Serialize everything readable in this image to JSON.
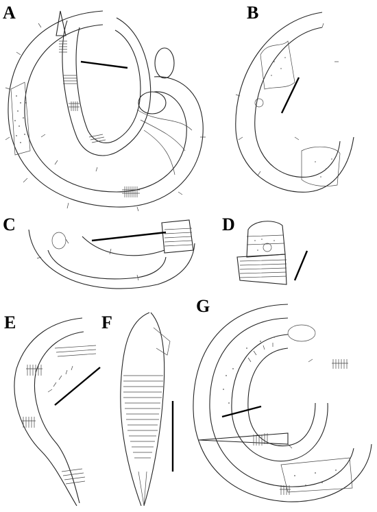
{
  "figure": {
    "panels": [
      {
        "id": "A",
        "label": "A"
      },
      {
        "id": "B",
        "label": "B"
      },
      {
        "id": "C",
        "label": "C"
      },
      {
        "id": "D",
        "label": "D"
      },
      {
        "id": "E",
        "label": "E"
      },
      {
        "id": "F",
        "label": "F"
      },
      {
        "id": "G",
        "label": "G"
      }
    ]
  },
  "style": {
    "ink": "#222222",
    "background": "#ffffff",
    "stipple": "#555555"
  }
}
